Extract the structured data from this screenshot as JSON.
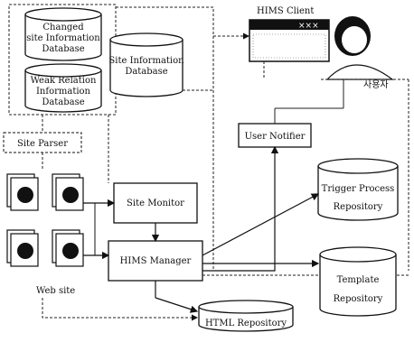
{
  "nodes": {
    "changed_db": [
      "Changed",
      "site Information",
      "Database"
    ],
    "weak_db": [
      "Weak Relation",
      "Information",
      "Database"
    ],
    "site_info_db": [
      "Site Information",
      "Database"
    ],
    "client_title": "HIMS Client",
    "client_buttons": "×××",
    "user_label": "사용자",
    "site_parser": "Site Parser",
    "user_notifier": "User Notifier",
    "site_monitor": "Site Monitor",
    "hims_manager": "HIMS Manager",
    "trigger_repo": [
      "Trigger Process",
      "Repository"
    ],
    "template_repo": [
      "Template",
      "Repository"
    ],
    "web_site": "Web site",
    "html_repo": "HTML Repository"
  }
}
